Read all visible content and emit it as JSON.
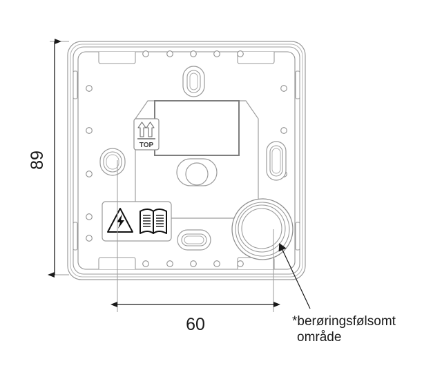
{
  "drawing": {
    "title": "Wall-mount device back plate technical drawing",
    "background_color": "#ffffff",
    "line_color": "#8a8a8a",
    "dark_line_color": "#4a4a4a",
    "ink_color": "#1a1a1a"
  },
  "dimensions": {
    "height": {
      "label": "89",
      "orientation": "vertical",
      "unit_implied": "mm"
    },
    "width": {
      "label": "60",
      "orientation": "horizontal",
      "unit_implied": "mm"
    }
  },
  "annotations": {
    "touch_area": {
      "line1": "*berøringsfølsomt",
      "line2": "område"
    }
  },
  "labels": {
    "shipping_top": {
      "text": "TOP",
      "icon": "up-arrows-icon"
    },
    "warning": {
      "icon": "high-voltage-triangle-icon"
    },
    "manual": {
      "icon": "open-book-icon"
    }
  },
  "features": {
    "top_vent_holes_count": 5,
    "bottom_vent_holes_count": 5,
    "side_hole_rows": 4,
    "touch_ring_count": 4
  }
}
